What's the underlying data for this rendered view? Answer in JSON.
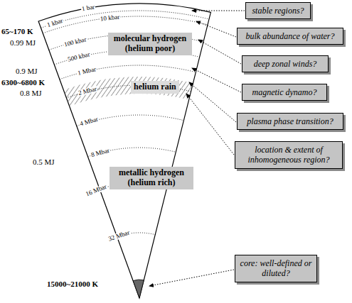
{
  "diagram": {
    "nodes": [
      {
        "text": [
          "molecular hydrogen (helium poor)"
        ]
      },
      {
        "text": [
          "helium rain"
        ]
      },
      {
        "text": [
          "metallic hydrogen (helium rich)"
        ]
      },
      {
        "text": [
          "stable regions?"
        ]
      },
      {
        "text": [
          "bulk abundance of water?"
        ]
      },
      {
        "text": [
          "deep zonal winds?"
        ]
      },
      {
        "text": [
          "magnetic dynamo?"
        ]
      },
      {
        "text": [
          "plasma phase transition?"
        ]
      },
      {
        "text": [
          "location & extent of inhomogeneous region?"
        ]
      },
      {
        "text": [
          "core: well-defined or diluted?"
        ]
      }
    ],
    "labels": [
      "65~170 K",
      "0.99 MJ",
      "0.9 MJ",
      "6300~6800 K",
      "0.8 MJ",
      "0.5 MJ",
      "15000~21000 K",
      "1 bar",
      "1 kbar",
      "10 kbar",
      "100 kbar",
      "500 kbar",
      "1 Mbar",
      "2 Mbar",
      "4 Mbar",
      "8 Mbar",
      "16 Mbar",
      "32 Mbar"
    ]
  }
}
